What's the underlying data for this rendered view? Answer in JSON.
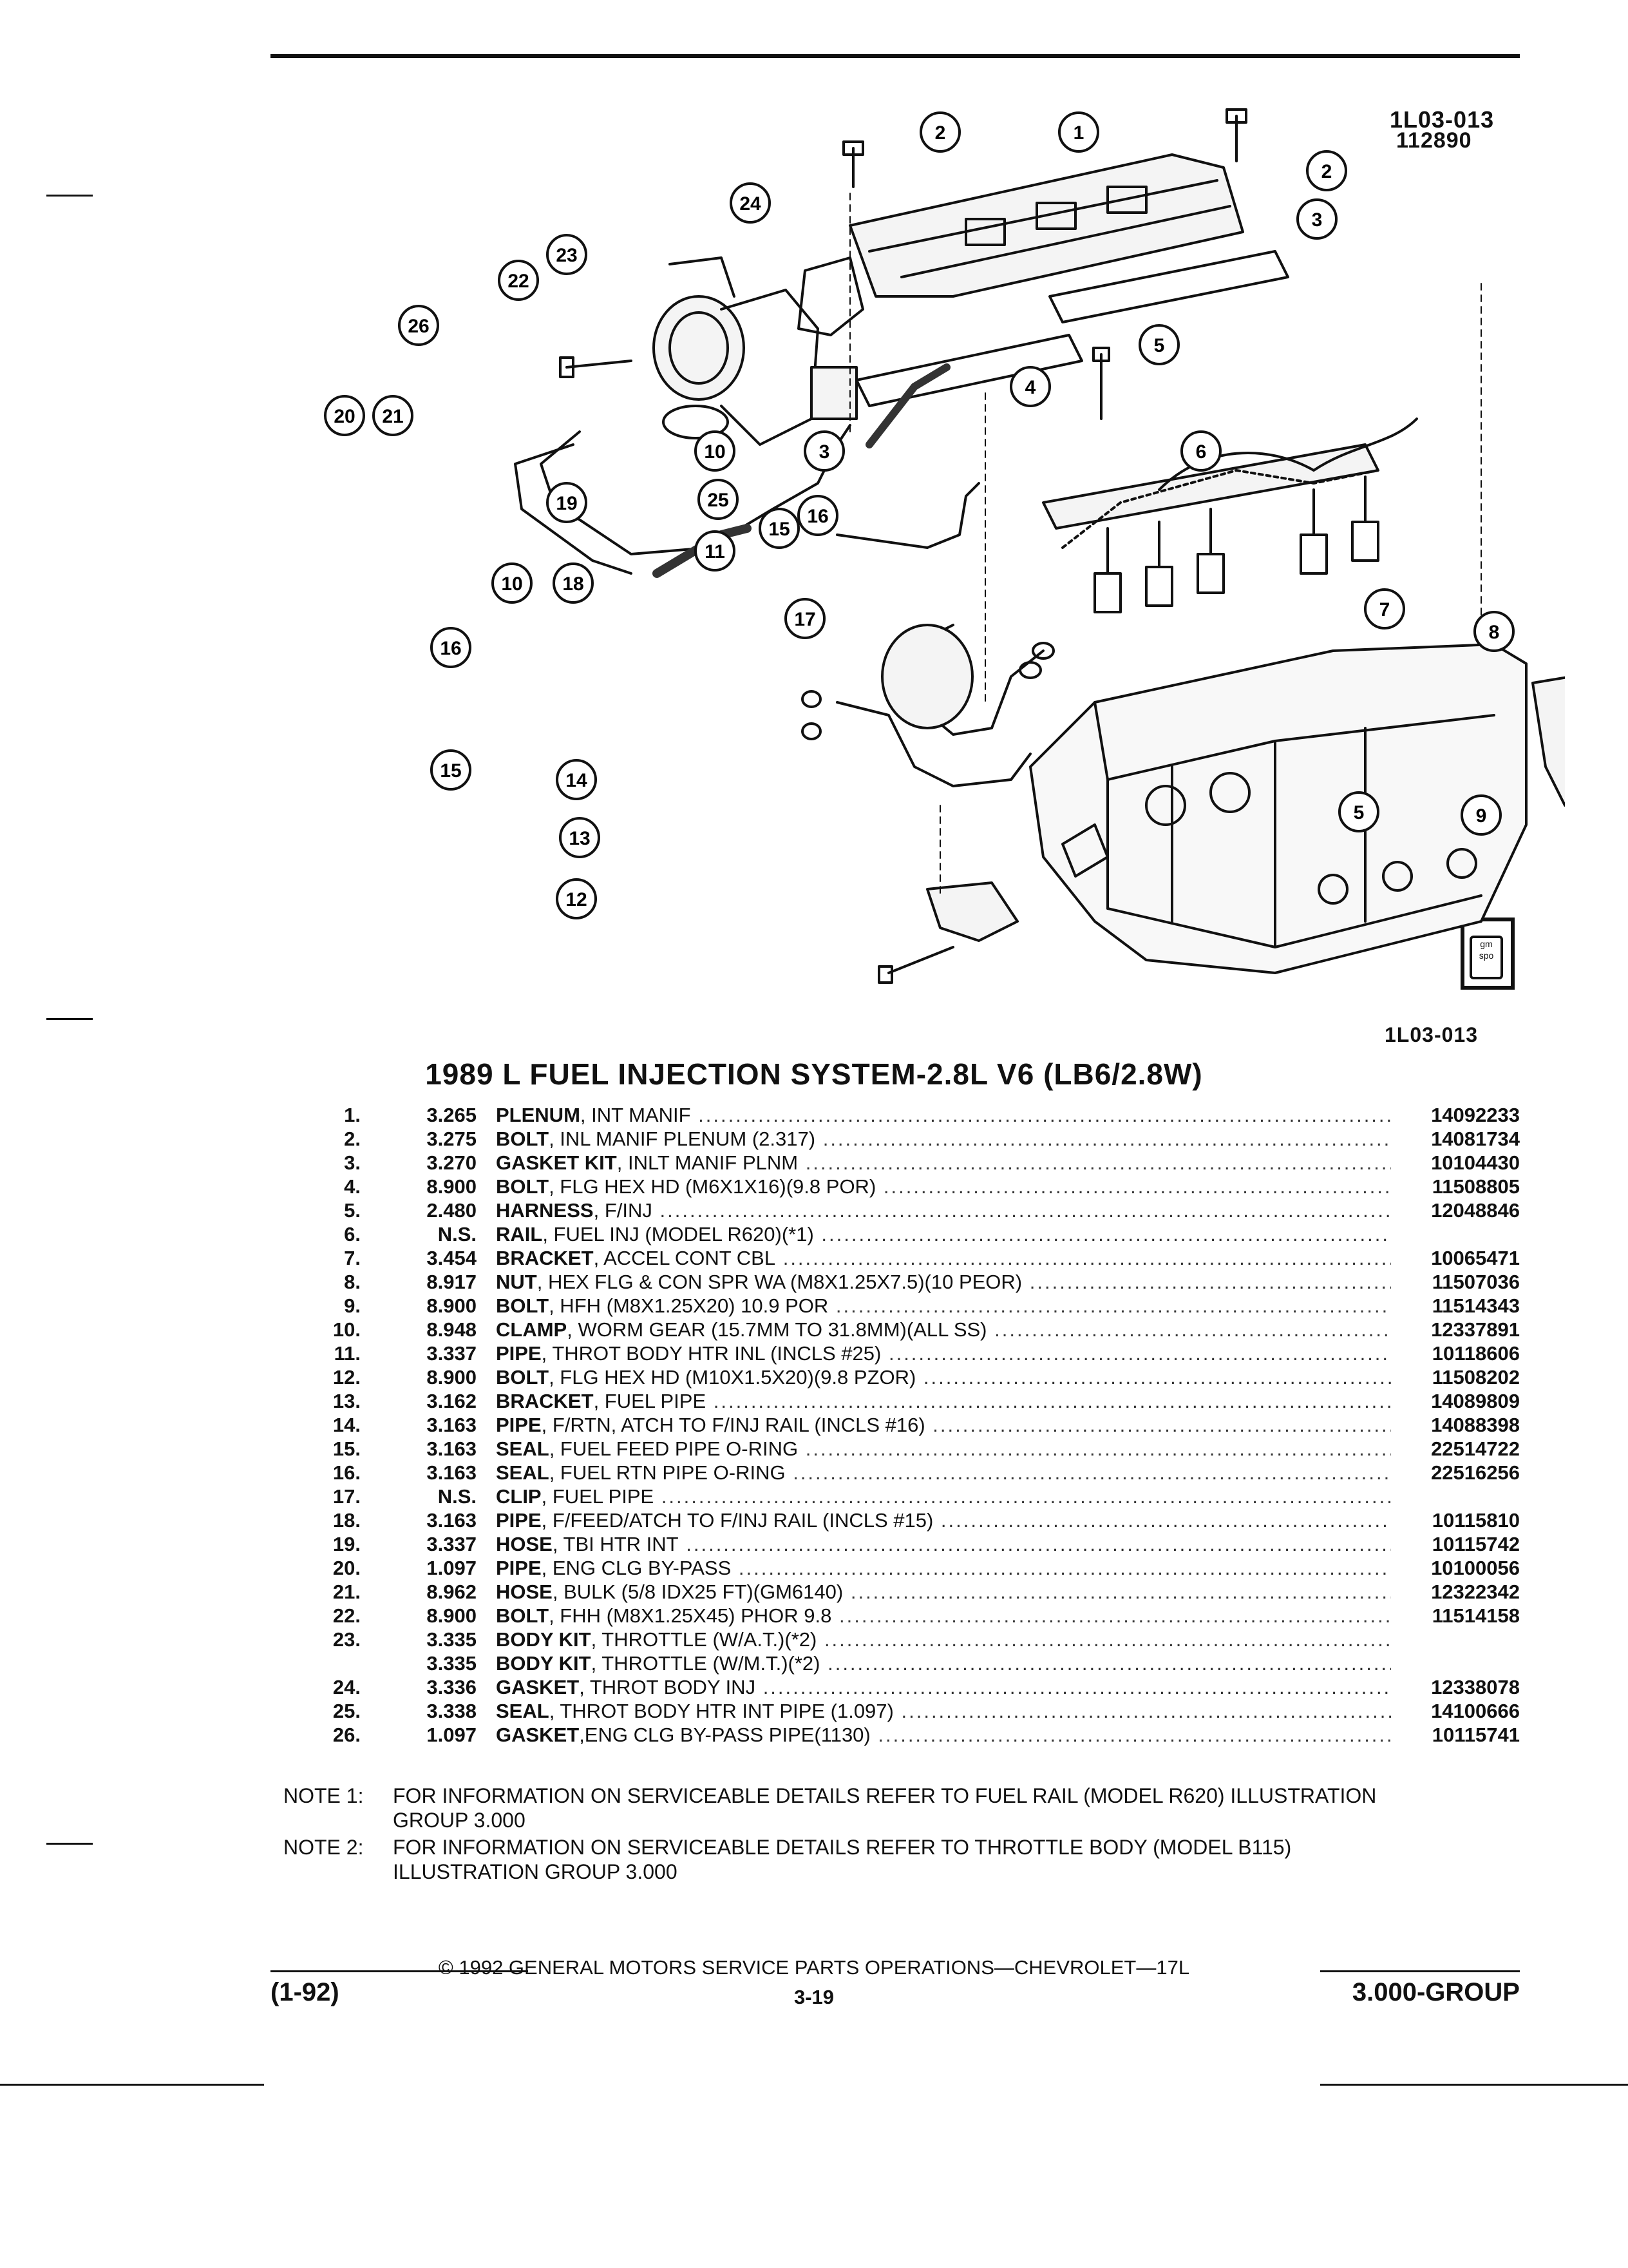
{
  "figure": {
    "code_top_line1": "1L03-013",
    "code_top_line2": "112890",
    "code_bottom": "1L03-013",
    "logo_text": "gm spo",
    "callouts": [
      "1",
      "2",
      "2",
      "3",
      "3",
      "4",
      "5",
      "5",
      "6",
      "7",
      "8",
      "9",
      "10",
      "10",
      "11",
      "12",
      "13",
      "14",
      "15",
      "15",
      "16",
      "16",
      "17",
      "18",
      "19",
      "20",
      "21",
      "22",
      "23",
      "24",
      "25",
      "26"
    ]
  },
  "title": "1989 L FUEL INJECTION SYSTEM-2.8L V6 (LB6/2.8W)",
  "parts": [
    {
      "num": "1.",
      "group": "3.265",
      "name": "PLENUM",
      "detail": ", INT MANIF",
      "part_no": "14092233"
    },
    {
      "num": "2.",
      "group": "3.275",
      "name": "BOLT",
      "detail": ", INL MANIF PLENUM (2.317)",
      "part_no": "14081734"
    },
    {
      "num": "3.",
      "group": "3.270",
      "name": "GASKET KIT",
      "detail": ", INLT MANIF PLNM",
      "part_no": "10104430"
    },
    {
      "num": "4.",
      "group": "8.900",
      "name": "BOLT",
      "detail": ", FLG HEX HD (M6X1X16)(9.8 POR)",
      "part_no": "11508805"
    },
    {
      "num": "5.",
      "group": "2.480",
      "name": "HARNESS",
      "detail": ", F/INJ",
      "part_no": "12048846"
    },
    {
      "num": "6.",
      "group": "N.S.",
      "name": "RAIL",
      "detail": ", FUEL INJ (MODEL R620)(*1)",
      "part_no": ""
    },
    {
      "num": "7.",
      "group": "3.454",
      "name": "BRACKET",
      "detail": ", ACCEL CONT CBL",
      "part_no": "10065471"
    },
    {
      "num": "8.",
      "group": "8.917",
      "name": "NUT",
      "detail": ", HEX FLG & CON SPR WA (M8X1.25X7.5)(10 PEOR)",
      "part_no": "11507036"
    },
    {
      "num": "9.",
      "group": "8.900",
      "name": "BOLT",
      "detail": ", HFH (M8X1.25X20) 10.9 POR",
      "part_no": "11514343"
    },
    {
      "num": "10.",
      "group": "8.948",
      "name": "CLAMP",
      "detail": ", WORM GEAR (15.7MM TO 31.8MM)(ALL SS)",
      "part_no": "12337891"
    },
    {
      "num": "11.",
      "group": "3.337",
      "name": "PIPE",
      "detail": ", THROT BODY HTR INL (INCLS #25)",
      "part_no": "10118606"
    },
    {
      "num": "12.",
      "group": "8.900",
      "name": "BOLT",
      "detail": ", FLG HEX HD (M10X1.5X20)(9.8 PZOR)",
      "part_no": "11508202"
    },
    {
      "num": "13.",
      "group": "3.162",
      "name": "BRACKET",
      "detail": ", FUEL PIPE",
      "part_no": "14089809"
    },
    {
      "num": "14.",
      "group": "3.163",
      "name": "PIPE",
      "detail": ", F/RTN, ATCH TO F/INJ RAIL (INCLS #16)",
      "part_no": "14088398"
    },
    {
      "num": "15.",
      "group": "3.163",
      "name": "SEAL",
      "detail": ", FUEL FEED PIPE O-RING",
      "part_no": "22514722"
    },
    {
      "num": "16.",
      "group": "3.163",
      "name": "SEAL",
      "detail": ", FUEL RTN PIPE O-RING",
      "part_no": "22516256"
    },
    {
      "num": "17.",
      "group": "N.S.",
      "name": "CLIP",
      "detail": ", FUEL PIPE",
      "part_no": ""
    },
    {
      "num": "18.",
      "group": "3.163",
      "name": "PIPE",
      "detail": ", F/FEED/ATCH TO F/INJ RAIL (INCLS #15)",
      "part_no": "10115810"
    },
    {
      "num": "19.",
      "group": "3.337",
      "name": "HOSE",
      "detail": ", TBI HTR INT",
      "part_no": "10115742"
    },
    {
      "num": "20.",
      "group": "1.097",
      "name": "PIPE",
      "detail": ", ENG CLG BY-PASS",
      "part_no": "10100056"
    },
    {
      "num": "21.",
      "group": "8.962",
      "name": "HOSE",
      "detail": ", BULK (5/8 IDX25 FT)(GM6140)",
      "part_no": "12322342"
    },
    {
      "num": "22.",
      "group": "8.900",
      "name": "BOLT",
      "detail": ", FHH (M8X1.25X45) PHOR 9.8",
      "part_no": "11514158"
    },
    {
      "num": "23.",
      "group": "3.335",
      "name": "BODY KIT",
      "detail": ", THROTTLE (W/A.T.)(*2)",
      "part_no": ""
    },
    {
      "num": "",
      "group": "3.335",
      "name": "BODY KIT",
      "detail": ", THROTTLE (W/M.T.)(*2)",
      "part_no": ""
    },
    {
      "num": "24.",
      "group": "3.336",
      "name": "GASKET",
      "detail": ", THROT BODY INJ",
      "part_no": "12338078"
    },
    {
      "num": "25.",
      "group": "3.338",
      "name": "SEAL",
      "detail": ", THROT BODY HTR INT PIPE (1.097)",
      "part_no": "14100666"
    },
    {
      "num": "26.",
      "group": "1.097",
      "name": "GASKET",
      "detail": ",ENG CLG BY-PASS PIPE(1130)",
      "part_no": "10115741"
    }
  ],
  "notes": [
    {
      "label": "NOTE 1:",
      "line1": "FOR INFORMATION ON SERVICEABLE DETAILS REFER TO FUEL RAIL (MODEL R620) ILLUSTRATION",
      "line2": "GROUP 3.000"
    },
    {
      "label": "NOTE 2:",
      "line1": "FOR INFORMATION ON SERVICEABLE DETAILS REFER TO THROTTLE BODY (MODEL B115)",
      "line2": "ILLUSTRATION GROUP 3.000"
    }
  ],
  "footer": {
    "copyright": "© 1992 GENERAL MOTORS SERVICE PARTS OPERATIONS—CHEVROLET—17L",
    "date_code": "(1-92)",
    "page": "3-19",
    "group": "3.000-GROUP"
  }
}
